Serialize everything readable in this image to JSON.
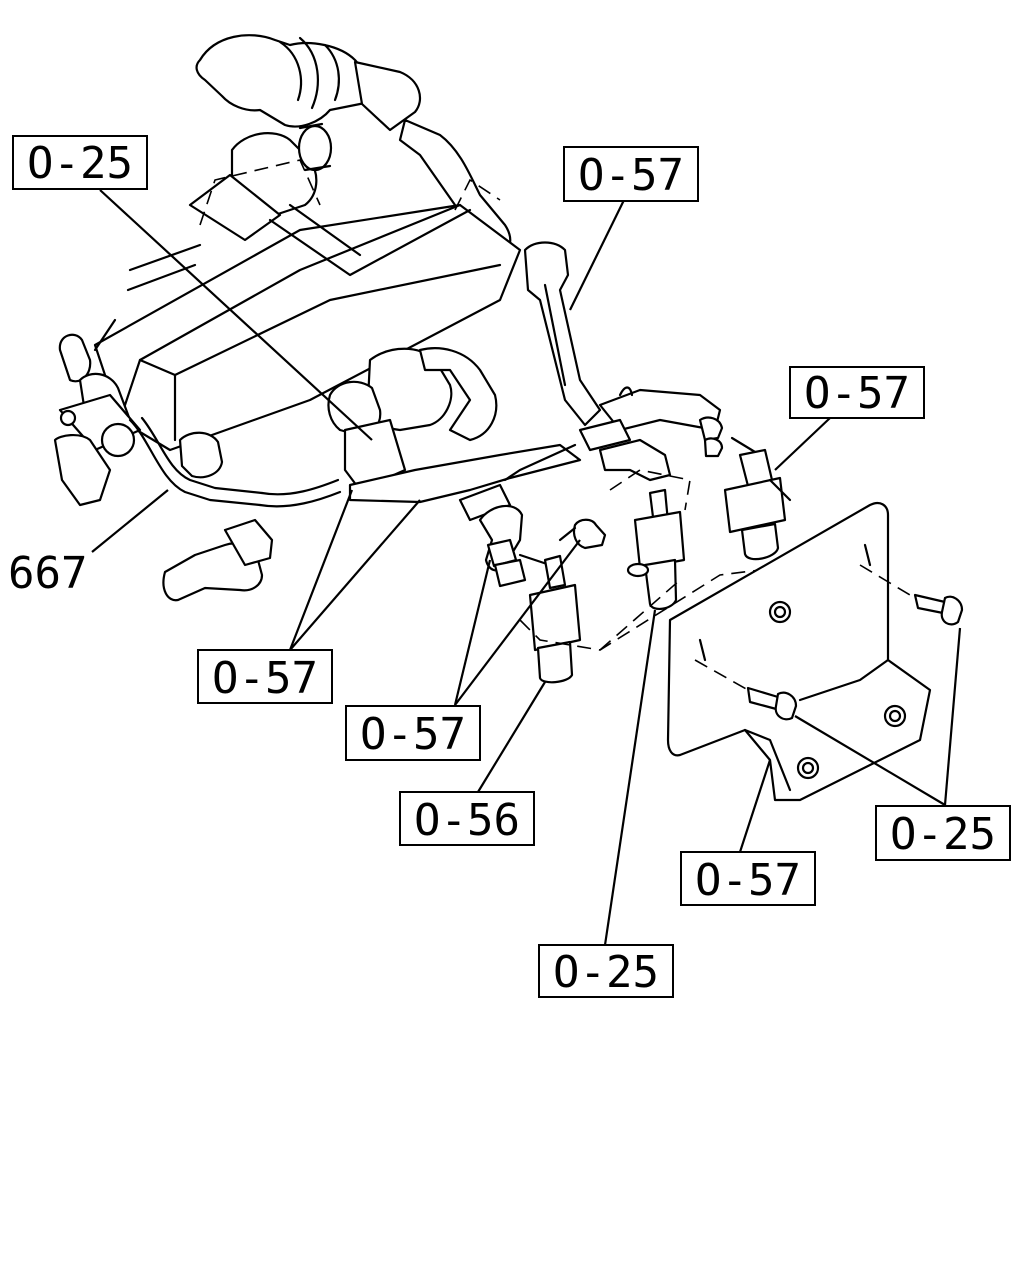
{
  "diagram": {
    "labels": {
      "l_o25_top": "O-25",
      "l_o57_top": "O-57",
      "l_o57_right": "O-57",
      "l_667": "667",
      "l_o57_left": "O-57",
      "l_o57_mid": "O-57",
      "l_o56": "O-56",
      "l_o25_right": "O-25",
      "l_o57_bottom": "O-57",
      "l_o25_bottom": "O-25"
    }
  }
}
